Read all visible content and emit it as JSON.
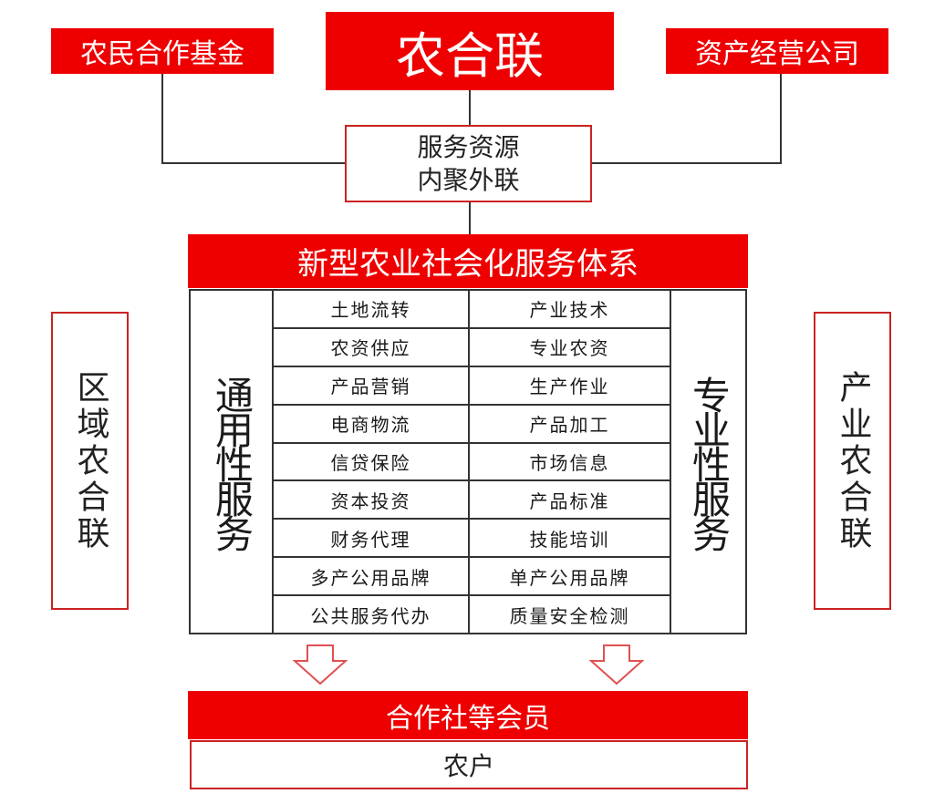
{
  "top": {
    "center": "农合联",
    "left": "农民合作基金",
    "right": "资产经营公司"
  },
  "resource": {
    "line1": "服务资源",
    "line2": "内聚外联"
  },
  "system": {
    "title": "新型农业社会化服务体系",
    "general_label": "通用性服务",
    "specialized_label": "专业性服务",
    "general_items": [
      "土地流转",
      "农资供应",
      "产品营销",
      "电商物流",
      "信贷保险",
      "资本投资",
      "财务代理",
      "多产公用品牌",
      "公共服务代办"
    ],
    "specialized_items": [
      "产业技术",
      "专业农资",
      "生产作业",
      "产品加工",
      "市场信息",
      "产品标准",
      "技能培训",
      "单产公用品牌",
      "质量安全检测"
    ]
  },
  "side": {
    "left": "区域农合联",
    "right": "产业农合联"
  },
  "bottom": {
    "members": "合作社等会员",
    "farmers": "农户"
  },
  "colors": {
    "accent_red": "#ee0000",
    "outline_red": "#cc2222",
    "line_dark": "#333333"
  }
}
